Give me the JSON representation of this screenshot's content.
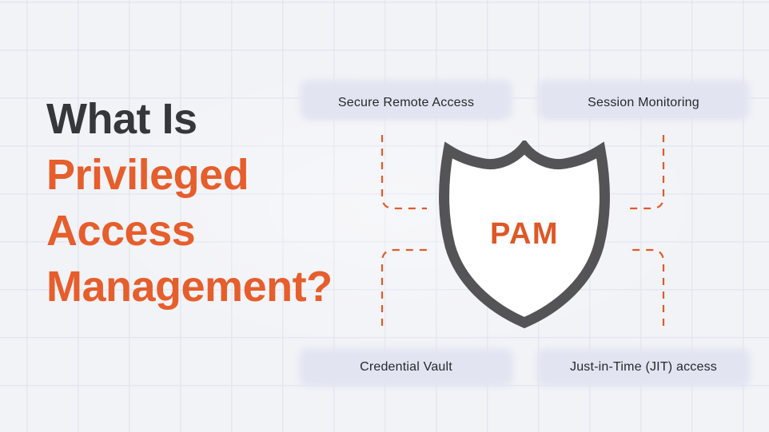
{
  "title": {
    "lines": [
      "What Is",
      "Privileged",
      "Access",
      "Management?"
    ]
  },
  "center": {
    "acronym": "PAM",
    "icon": "shield-icon"
  },
  "labels": {
    "top_left": "Secure Remote Access",
    "top_right": "Session Monitoring",
    "bottom_left": "Credential Vault",
    "bottom_right": "Just-in-Time (JIT) access"
  },
  "colors": {
    "background": "#f2f3f7",
    "grid_line": "#dee3f0",
    "title_dark": "#35373a",
    "accent_orange": "#E65E2C",
    "pam_orange": "#DE5826",
    "shield_gray": "#545457",
    "pill_background": "#ffffff",
    "pill_text": "#26282b",
    "pill_glow": "#e2e5f1",
    "connector_dash": "#E05A2B"
  }
}
